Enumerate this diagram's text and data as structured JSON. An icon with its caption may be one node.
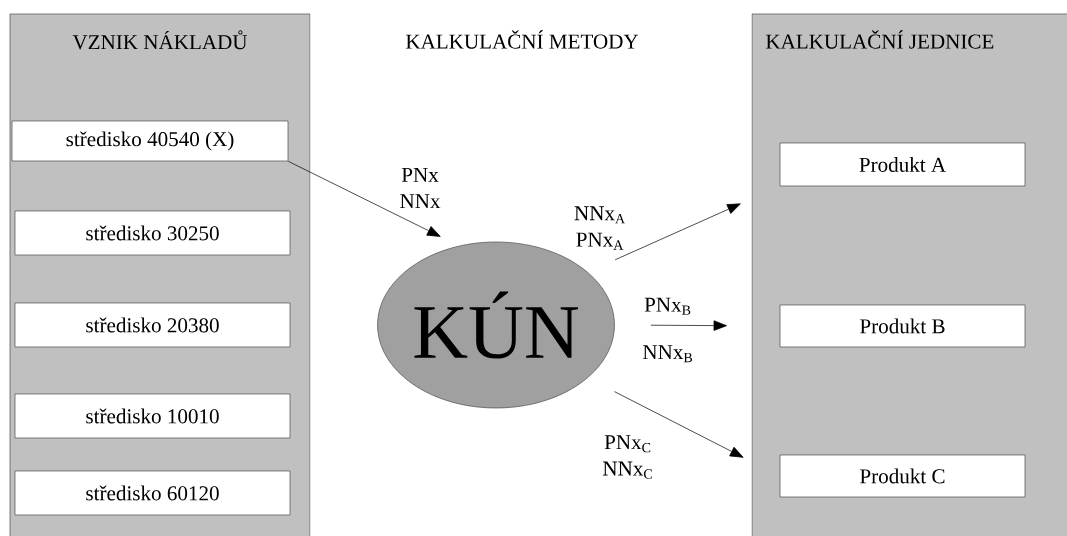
{
  "diagram": {
    "nodes": [
      {
        "text": [
          "VZNIK NÁKLADŮ"
        ]
      },
      {
        "text": [
          "středisko 40540 (X)"
        ],
        "in": 0
      },
      {
        "text": [
          "středisko 30250"
        ],
        "in": 0
      },
      {
        "text": [
          "středisko 20380"
        ],
        "in": 0
      },
      {
        "text": [
          "středisko 10010"
        ],
        "in": 0
      },
      {
        "text": [
          "středisko 60120"
        ],
        "in": 0
      },
      {
        "text": [
          "KÚN"
        ]
      },
      {
        "text": [
          "KALKULAČNÍ JEDNICE"
        ]
      },
      {
        "text": [
          "Produkt A"
        ],
        "in": 7
      },
      {
        "text": [
          "Produkt B"
        ],
        "in": 7
      },
      {
        "text": [
          "Produkt C"
        ],
        "in": 7
      }
    ],
    "edges": [
      {
        "from": 1,
        "to": 6,
        "arrow": "to",
        "label": "PNx NNx"
      },
      {
        "from": 6,
        "to": 8,
        "arrow": "to",
        "label": "NNx$_{A}$ PNx$_{A}$"
      },
      {
        "from": 6,
        "to": 9,
        "arrow": "to",
        "label": "PNx$_{B}$ NNx$_{B}$"
      },
      {
        "from": 6,
        "to": 10,
        "arrow": "to",
        "label": "PNx$_{C}$ NNx$_{C}$"
      }
    ],
    "labels": [
      "KALKULAČNÍ METODY"
    ]
  }
}
